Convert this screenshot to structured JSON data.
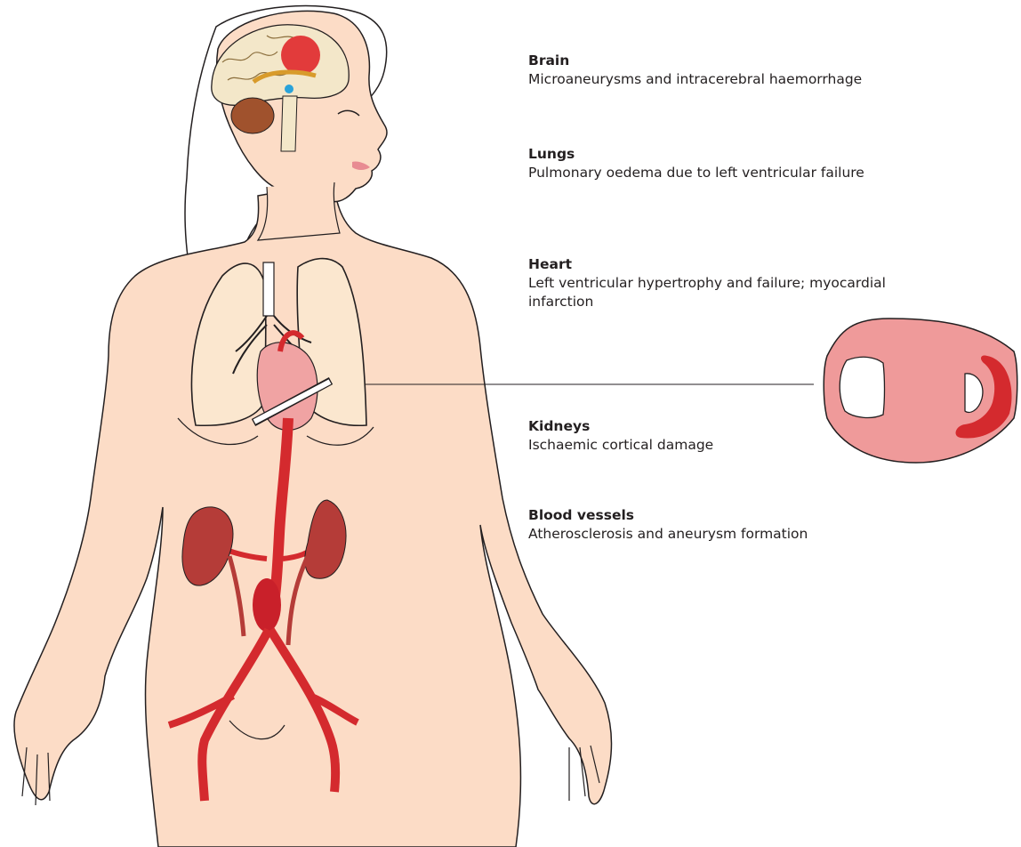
{
  "callouts": [
    {
      "key": "brain",
      "heading": "Brain",
      "description": "Microaneurysms and intracerebral haemorrhage"
    },
    {
      "key": "lungs",
      "heading": "Lungs",
      "description": "Pulmonary oedema due to left ventricular failure"
    },
    {
      "key": "heart",
      "heading": "Heart",
      "description": "Left ventricular hypertrophy and failure; myocardial infarction"
    },
    {
      "key": "kidneys",
      "heading": "Kidneys",
      "description": "Ischaemic cortical damage"
    },
    {
      "key": "blood-vessels",
      "heading": "Blood vessels",
      "description": "Atherosclerosis and aneurysm formation"
    }
  ],
  "colors": {
    "skin": "#fcdcc6",
    "skin_shadow": "#f6c9b0",
    "outline": "#231f20",
    "artery": "#d42a2e",
    "aneurysm": "#c9202a",
    "kidney": "#b53c38",
    "heart_muscle": "#f0a3a3",
    "heart_section_fill": "#ef9a9a",
    "haemorrhage": "#e23b3b",
    "lung": "#fbe7cf",
    "brain": "#f3e7c9",
    "cerebellum": "#a0522d"
  }
}
